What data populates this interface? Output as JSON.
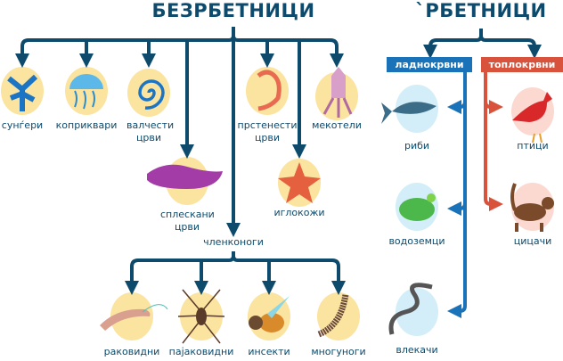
{
  "invertebrates": {
    "title": "БЕЗРБЕТНИЦИ",
    "groups": [
      "сунѓери",
      "коприквари",
      "валчести црви",
      "прстенести црви",
      "мекотели",
      "сплескани црви",
      "иглокожи"
    ],
    "arthropods": {
      "title": "членконоги",
      "groups": [
        "раковидни",
        "пајаковидни",
        "инсекти",
        "многуноги"
      ]
    }
  },
  "vertebrates": {
    "title": "`РБЕТНИЦИ",
    "cold": {
      "label": "ладнокрвни",
      "groups": [
        "риби",
        "водоземци",
        "влекачи"
      ]
    },
    "warm": {
      "label": "топлокрвни",
      "groups": [
        "птици",
        "цицачи"
      ]
    }
  },
  "colors": {
    "tree": "#0d4a6b",
    "cold": "#1a73b8",
    "warm": "#d9533c",
    "oval": "#fbe3a0"
  }
}
